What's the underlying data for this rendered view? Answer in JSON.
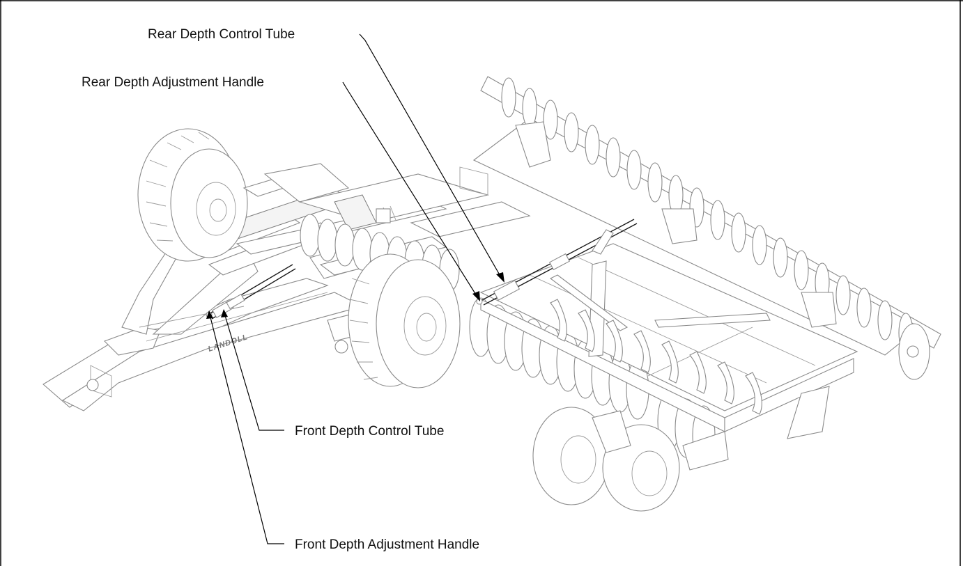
{
  "callouts": {
    "rear_control_tube": "Rear Depth Control Tube",
    "rear_adjust_handle": "Rear Depth Adjustment Handle",
    "front_control_tube": "Front Depth Control Tube",
    "front_adjust_handle": "Front Depth Adjustment Handle"
  },
  "markings": {
    "hitch_brand": "LANDOLL"
  },
  "colors": {
    "line_art": "#8a8a8a",
    "leader": "#000000",
    "text": "#111111",
    "background": "#ffffff"
  }
}
